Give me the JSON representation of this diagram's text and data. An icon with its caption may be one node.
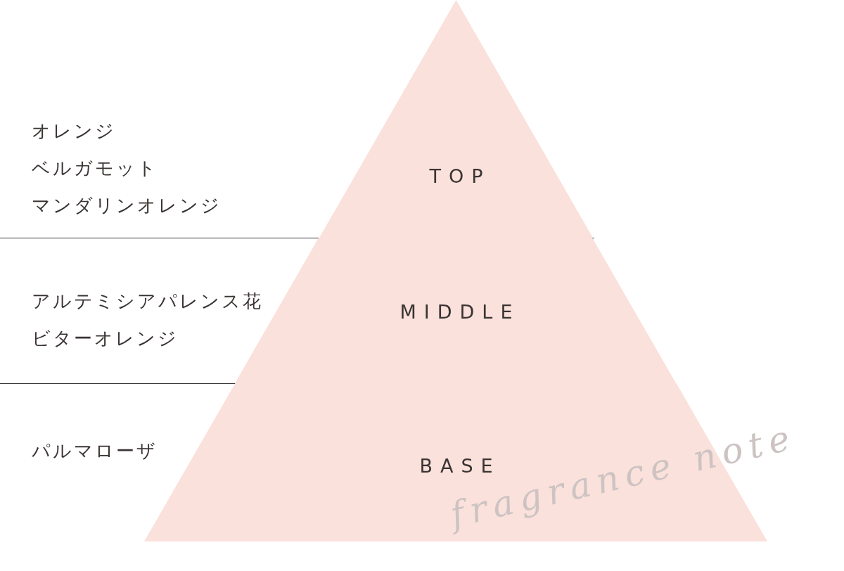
{
  "diagram": {
    "nodes": [
      {
        "text": [
          "TOP"
        ],
        "beside": [
          "オレンジ",
          "ベルガモット",
          "マンダリンオレンジ"
        ]
      },
      {
        "text": [
          "MIDDLE"
        ],
        "beside": [
          "アルテミシアパレンス花",
          "ビターオレンジ"
        ]
      },
      {
        "text": [
          "BASE"
        ],
        "beside": [
          "パルマローザ"
        ]
      }
    ],
    "edges": [],
    "labels": [
      "fragrance note"
    ]
  }
}
